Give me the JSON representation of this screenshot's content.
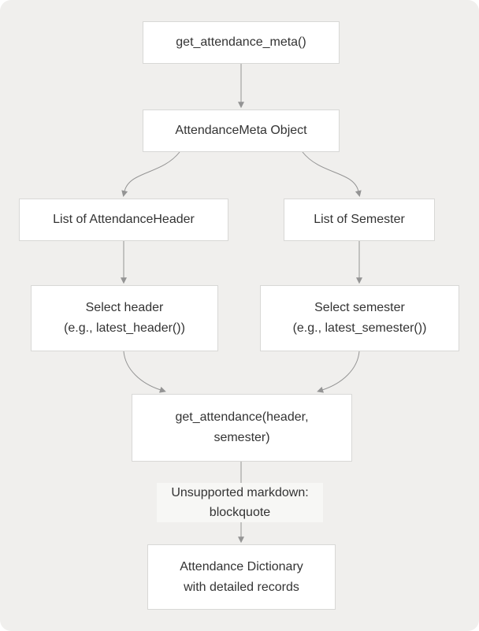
{
  "diagram": {
    "type": "flowchart",
    "direction": "top-down",
    "nodes": {
      "meta_call": {
        "text": "get_attendance_meta()"
      },
      "meta_object": {
        "text": "AttendanceMeta Object"
      },
      "header_list": {
        "text": "List of AttendanceHeader"
      },
      "semester_list": {
        "text": "List of Semester"
      },
      "select_header": {
        "text": "Select header\n(e.g., latest_header())"
      },
      "select_semester": {
        "text": "Select semester\n(e.g., latest_semester())"
      },
      "get_attendance": {
        "text": "get_attendance(header,\nsemester)"
      },
      "result": {
        "text": "Attendance Dictionary\nwith detailed records"
      }
    },
    "edge_label": {
      "text": "Unsupported markdown:\nblockquote"
    },
    "edges": [
      {
        "from": "meta_call",
        "to": "meta_object"
      },
      {
        "from": "meta_object",
        "to": "header_list"
      },
      {
        "from": "meta_object",
        "to": "semester_list"
      },
      {
        "from": "header_list",
        "to": "select_header"
      },
      {
        "from": "semester_list",
        "to": "select_semester"
      },
      {
        "from": "select_header",
        "to": "get_attendance"
      },
      {
        "from": "select_semester",
        "to": "get_attendance"
      },
      {
        "from": "get_attendance",
        "to": "result",
        "label": "Unsupported markdown: blockquote"
      }
    ],
    "colors": {
      "card_background": "#f0efed",
      "outer_background": "#ffffff",
      "node_fill": "#ffffff",
      "node_border": "#d8d8d6",
      "edge": "#949494",
      "text": "#333333",
      "edge_label_background": "#f7f7f5"
    }
  }
}
